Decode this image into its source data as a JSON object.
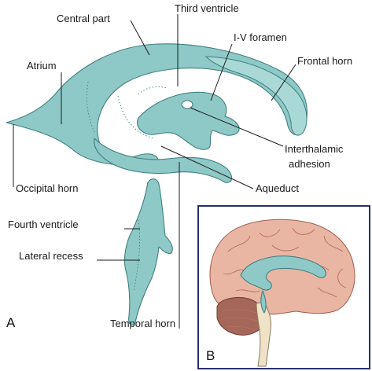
{
  "labels": {
    "central_part": "Central part",
    "third_ventricle": "Third ventricle",
    "iv_foramen": "I-V foramen",
    "frontal_horn": "Frontal horn",
    "atrium": "Atrium",
    "interthalamic_1": "Interthalamic",
    "interthalamic_2": "adhesion",
    "occipital_horn": "Occipital horn",
    "aqueduct": "Aqueduct",
    "fourth_ventricle": "Fourth ventricle",
    "lateral_recess": "Lateral recess",
    "temporal_horn": "Temporal horn"
  },
  "panels": {
    "a": "A",
    "b": "B"
  },
  "colors": {
    "ventricle_fill": "#8ec9c7",
    "ventricle_outline": "#3f7f80",
    "brain_fill": "#e9b6a4",
    "cerebellum_fill": "#a5675a",
    "inset_border": "#27306b"
  }
}
